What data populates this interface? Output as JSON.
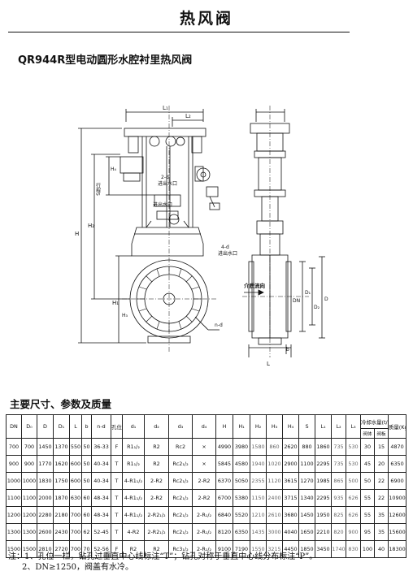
{
  "page": {
    "title": "热风阀",
    "subtitle": "QR944R型电动圆形水腔衬里热风阀"
  },
  "drawing": {
    "labels": {
      "L1": "L₁",
      "L2": "L₂",
      "H": "H",
      "H1": "H₁",
      "H2": "H₂",
      "H3": "H₃",
      "H4": "H₄",
      "stroke": "行程S",
      "water_label_2": "2-d",
      "water_in_1": "进出水口",
      "water_in_2": "进出水口",
      "water_in_3": "进出水口",
      "water_label_4": "4-d",
      "medium": "介质流向",
      "nd": "n-d",
      "D": "D",
      "D1": "D₁",
      "D2": "D₂",
      "DN": "DN",
      "b": "b",
      "L": "L"
    }
  },
  "spec": {
    "section_title": "主要尺寸、参数及质量",
    "headers": [
      "DN",
      "D₀",
      "D",
      "D₁",
      "L",
      "b",
      "n-d",
      "孔位",
      "d₁",
      "d₂",
      "d₃",
      "d₄",
      "H",
      "H₁",
      "H₂",
      "H₃",
      "H₄",
      "S",
      "L₁",
      "L₂",
      "L₃",
      "冷却水量(t/h)",
      "质量(Kg)"
    ],
    "cooling_subheaders": [
      "阀体",
      "阀板"
    ],
    "rows": [
      [
        "700",
        "700",
        "1450",
        "1370",
        "550",
        "50",
        "36-33",
        "F",
        "R1₁/₂",
        "R2",
        "Rc2",
        "×",
        "4990",
        "3980",
        "1580",
        "860",
        "2620",
        "880",
        "1860",
        "735",
        "530",
        "30",
        "15",
        "4870"
      ],
      [
        "900",
        "900",
        "1770",
        "1620",
        "600",
        "50",
        "40-34",
        "T",
        "R1₁/₂",
        "R2",
        "Rc2₁/₂",
        "×",
        "5845",
        "4580",
        "1940",
        "1020",
        "2900",
        "1100",
        "2295",
        "735",
        "530",
        "45",
        "20",
        "6350"
      ],
      [
        "1000",
        "1000",
        "1830",
        "1750",
        "600",
        "50",
        "40-34",
        "T",
        "4-R1₁/₂",
        "2-R2",
        "Rc2₁/₂",
        "2-R2",
        "6370",
        "5050",
        "2355",
        "1120",
        "3615",
        "1270",
        "1985",
        "865",
        "500",
        "50",
        "22",
        "6900"
      ],
      [
        "1100",
        "1100",
        "2000",
        "1870",
        "630",
        "60",
        "48-34",
        "T",
        "4-R1₁/₂",
        "2-R2",
        "Rc2₁/₂",
        "2-R2",
        "6700",
        "5380",
        "1150",
        "2400",
        "3715",
        "1340",
        "2295",
        "935",
        "626",
        "55",
        "22",
        "10900"
      ],
      [
        "1200",
        "1200",
        "2280",
        "2180",
        "700",
        "60",
        "48-34",
        "T",
        "4-R1₁/₂",
        "2-R2₁/₂",
        "Rc2₁/₂",
        "2-R₁/₂",
        "6840",
        "5520",
        "1210",
        "2610",
        "3680",
        "1450",
        "1950",
        "825",
        "626",
        "55",
        "35",
        "12600"
      ],
      [
        "1300",
        "1300",
        "2600",
        "2430",
        "700",
        "62",
        "52-45",
        "T",
        "4-R2",
        "2-R2₁/₂",
        "Rc2₁/₂",
        "2-R₁/₂",
        "8120",
        "6350",
        "1435",
        "3000",
        "4040",
        "1650",
        "2210",
        "820",
        "900",
        "95",
        "35",
        "15600"
      ],
      [
        "1500",
        "1500",
        "2810",
        "2720",
        "700",
        "70",
        "52-56",
        "F",
        "R2",
        "R2",
        "Rc3₁/₂",
        "2-R₁/₂",
        "9100",
        "7190",
        "1550",
        "3215",
        "4450",
        "1850",
        "3450",
        "1740",
        "830",
        "100",
        "40",
        "18300"
      ]
    ],
    "grey_cols": [
      14,
      15,
      19,
      20
    ]
  },
  "notes": [
    "注：1、孔位一栏，钻孔过垂直中心线标注“T”；钻孔对称于垂直中心线分布标注“P”。",
    "2、DN≥1250，阀盖有水冷。"
  ]
}
